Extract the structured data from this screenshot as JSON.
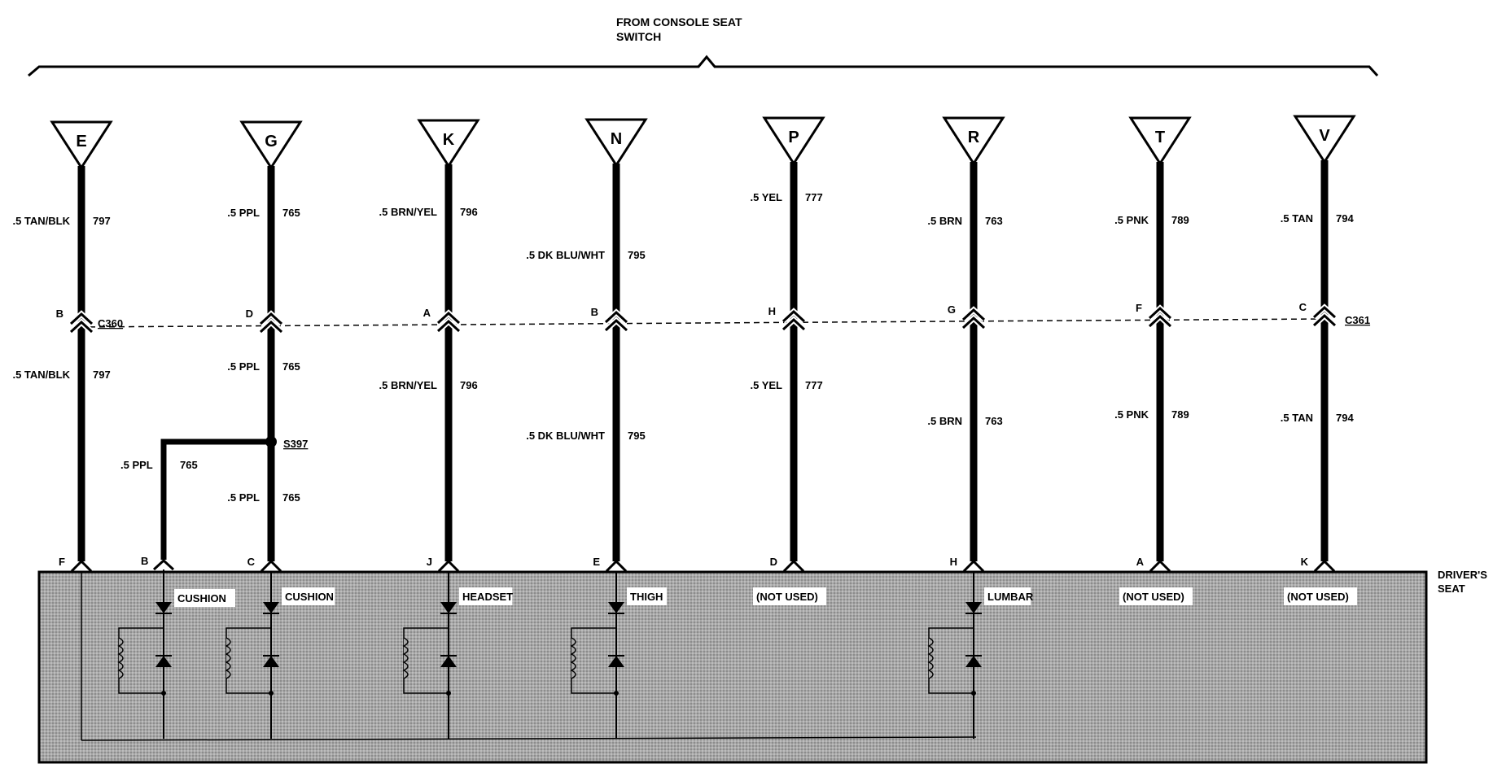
{
  "header": {
    "line1": "FROM CONSOLE SEAT",
    "line2": "SWITCH"
  },
  "seat_label": {
    "line1": "DRIVER'S",
    "line2": "SEAT"
  },
  "connectors": {
    "top": "C360",
    "top_right": "C361",
    "splice": "S397"
  },
  "circuits": [
    {
      "terminal": "E",
      "upper_wire": ".5 TAN/BLK",
      "upper_num": "797",
      "mid_pin": "B",
      "lower_wire": ".5 TAN/BLK",
      "lower_num": "797",
      "seat_pin": "F",
      "device": ""
    },
    {
      "terminal": "G",
      "upper_wire": ".5 PPL",
      "upper_num": "765",
      "mid_pin": "D",
      "lower_wire": ".5 PPL",
      "lower_num": "765",
      "seat_pin": "C",
      "device": "CUSHION"
    },
    {
      "terminal": "K",
      "upper_wire": ".5 BRN/YEL",
      "upper_num": "796",
      "mid_pin": "A",
      "lower_wire": ".5 BRN/YEL",
      "lower_num": "796",
      "seat_pin": "J",
      "device": "HEADSET"
    },
    {
      "terminal": "N",
      "upper_wire": ".5 DK BLU/WHT",
      "upper_num": "795",
      "mid_pin": "B",
      "lower_wire": ".5 DK BLU/WHT",
      "lower_num": "795",
      "seat_pin": "E",
      "device": "THIGH"
    },
    {
      "terminal": "P",
      "upper_wire": ".5 YEL",
      "upper_num": "777",
      "mid_pin": "H",
      "lower_wire": ".5 YEL",
      "lower_num": "777",
      "seat_pin": "D",
      "device": "(NOT USED)"
    },
    {
      "terminal": "R",
      "upper_wire": ".5 BRN",
      "upper_num": "763",
      "mid_pin": "G",
      "lower_wire": ".5 BRN",
      "lower_num": "763",
      "seat_pin": "H",
      "device": "LUMBAR"
    },
    {
      "terminal": "T",
      "upper_wire": ".5 PNK",
      "upper_num": "789",
      "mid_pin": "F",
      "lower_wire": ".5 PNK",
      "lower_num": "789",
      "seat_pin": "A",
      "device": "(NOT USED)"
    },
    {
      "terminal": "V",
      "upper_wire": ".5 TAN",
      "upper_num": "794",
      "mid_pin": "C",
      "lower_wire": ".5 TAN",
      "lower_num": "794",
      "seat_pin": "K",
      "device": "(NOT USED)"
    }
  ],
  "splice_branch": {
    "wire": ".5 PPL",
    "num": "765",
    "lower_wire": ".5 PPL",
    "lower_num": "765",
    "seat_pin": "B",
    "device": "CUSHION"
  }
}
